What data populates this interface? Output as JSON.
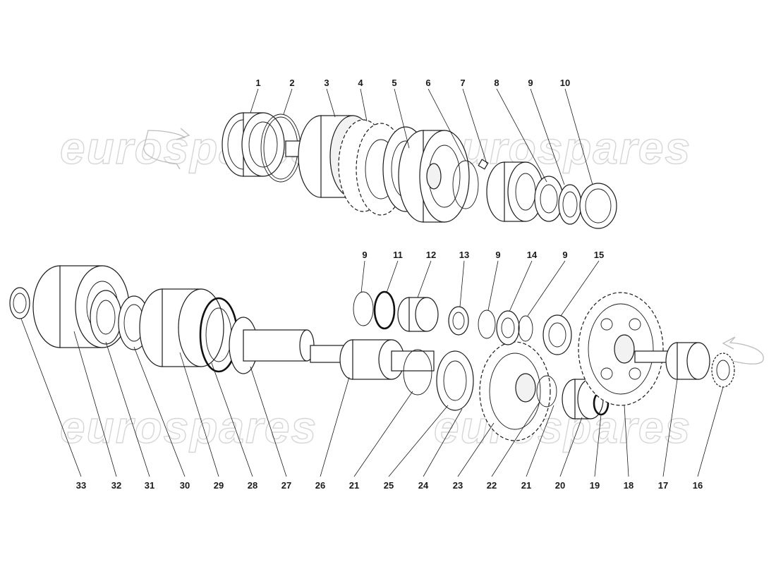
{
  "watermark": {
    "text": "eurospares"
  },
  "arrows": {
    "top_left": "rotation-arrow-icon",
    "bottom_right": "rotation-arrow-icon"
  },
  "callouts": {
    "top": [
      "1",
      "2",
      "3",
      "4",
      "5",
      "6",
      "7",
      "8",
      "9",
      "10"
    ],
    "middle": [
      "9",
      "11",
      "12",
      "13",
      "9",
      "14",
      "9",
      "15"
    ],
    "bottom": [
      "33",
      "32",
      "31",
      "30",
      "29",
      "28",
      "27",
      "26",
      "21",
      "25",
      "24",
      "23",
      "22",
      "21",
      "20",
      "19",
      "18",
      "17",
      "16"
    ]
  }
}
